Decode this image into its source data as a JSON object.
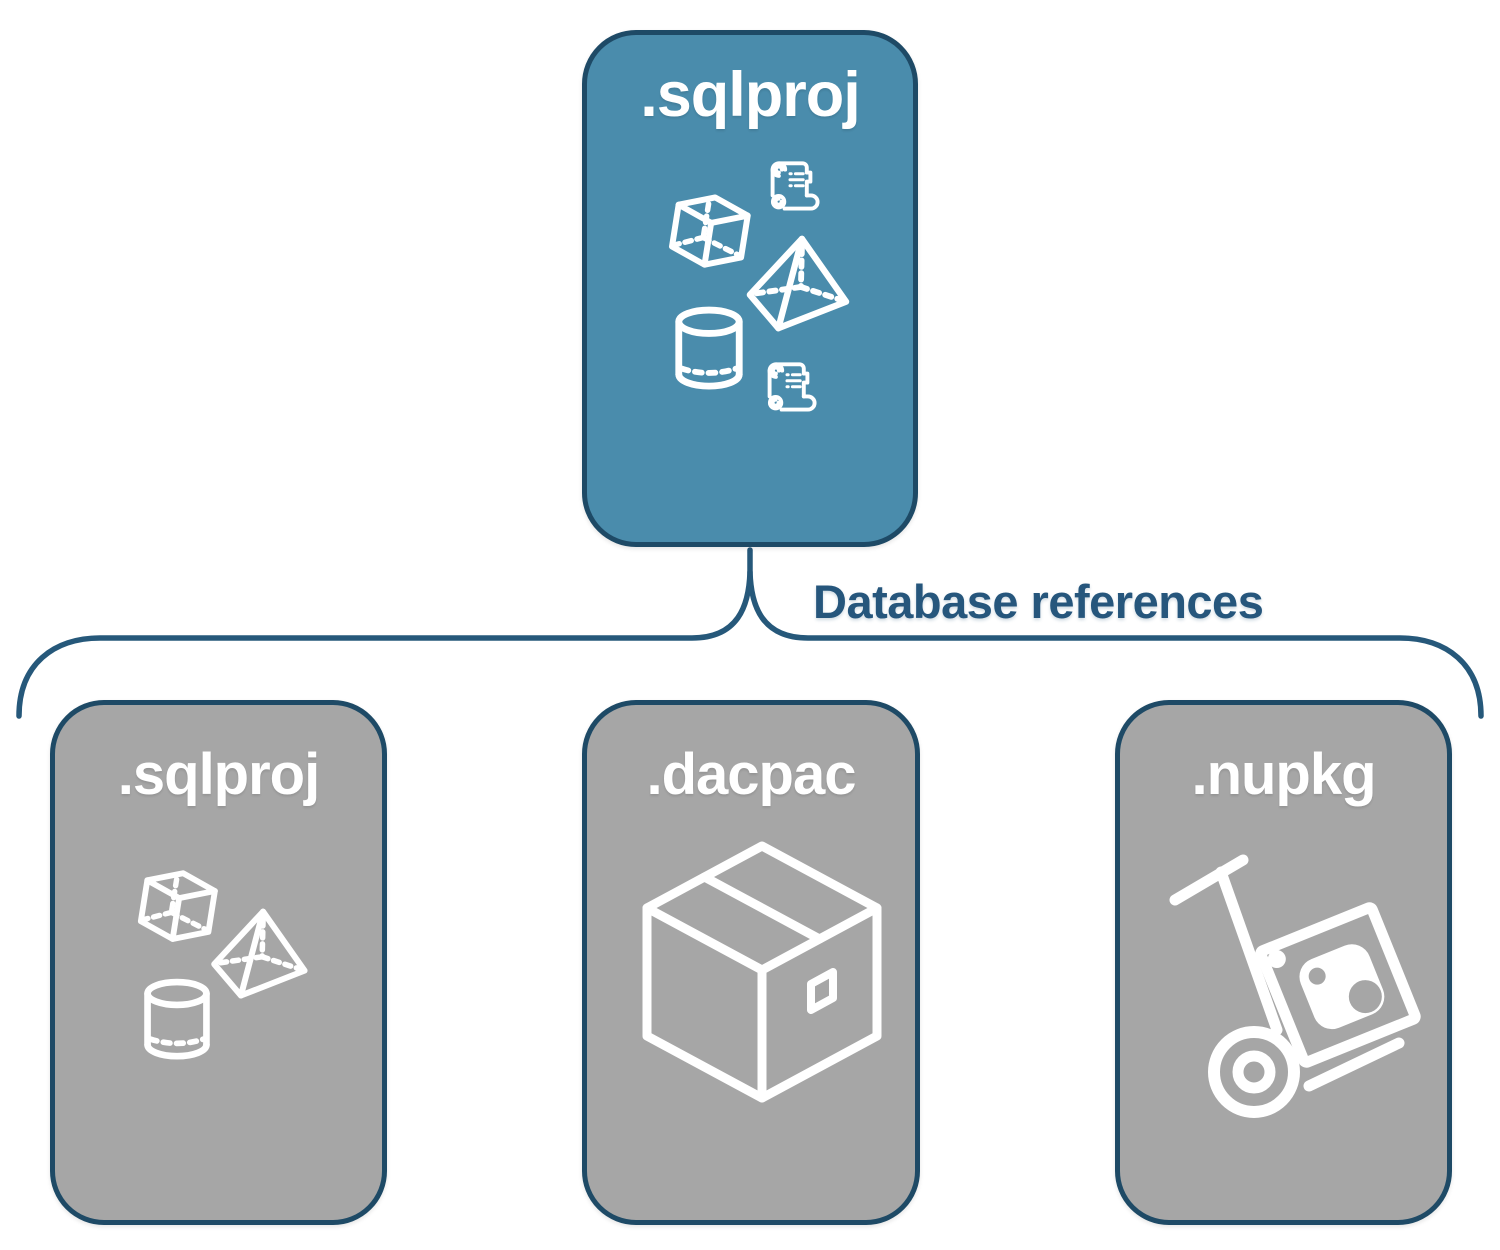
{
  "diagram": {
    "root_node": {
      "label": ".sqlproj",
      "icons": [
        "scroll-icon",
        "cube-3d-icon",
        "pyramid-3d-icon",
        "cylinder-3d-icon",
        "scroll-icon"
      ]
    },
    "edge_label": "Database references",
    "child_nodes": [
      {
        "label": ".sqlproj",
        "icons": [
          "cube-3d-icon",
          "pyramid-3d-icon",
          "cylinder-3d-icon"
        ]
      },
      {
        "label": ".dacpac",
        "icons": [
          "package-box-icon"
        ]
      },
      {
        "label": ".nupkg",
        "icons": [
          "hand-truck-package-icon"
        ]
      }
    ],
    "colors": {
      "background": "#FFFFFF",
      "root_fill": "#4A8CAC",
      "child_fill": "#A6A6A6",
      "node_border": "#1E4A66",
      "connector": "#26587A",
      "edge_label_text": "#26567C",
      "icon_stroke": "#FFFFFF"
    }
  }
}
